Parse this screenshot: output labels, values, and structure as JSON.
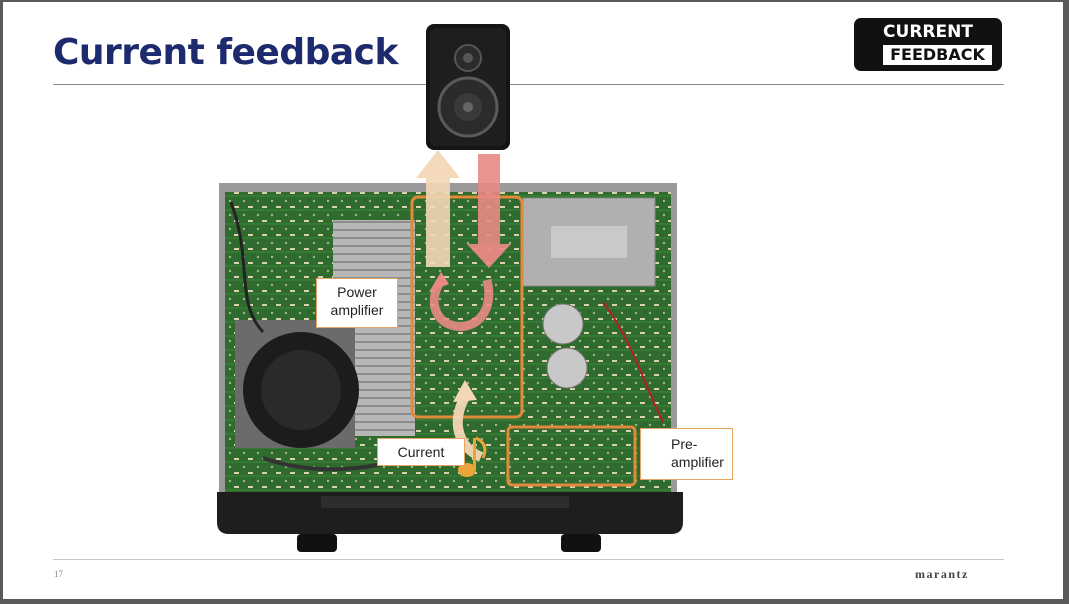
{
  "slide": {
    "title": "Current feedback",
    "page_number": "17",
    "brand": "marantz"
  },
  "badge": {
    "line1": "CURRENT",
    "line2": "FEEDBACK"
  },
  "labels": {
    "power_amplifier": [
      "Power",
      "amplifier"
    ],
    "current": "Current",
    "pre_amplifier": [
      "Pre-",
      "amplifier"
    ]
  },
  "colors": {
    "title": "#1e2a6e",
    "highlight_box": "#e08a3a",
    "signal_arrow_out": "#f3d7b6",
    "signal_arrow_in": "#e98985",
    "circuit_board": "#2f6b2e"
  },
  "icons": [
    "speaker-icon",
    "music-note-icon"
  ]
}
